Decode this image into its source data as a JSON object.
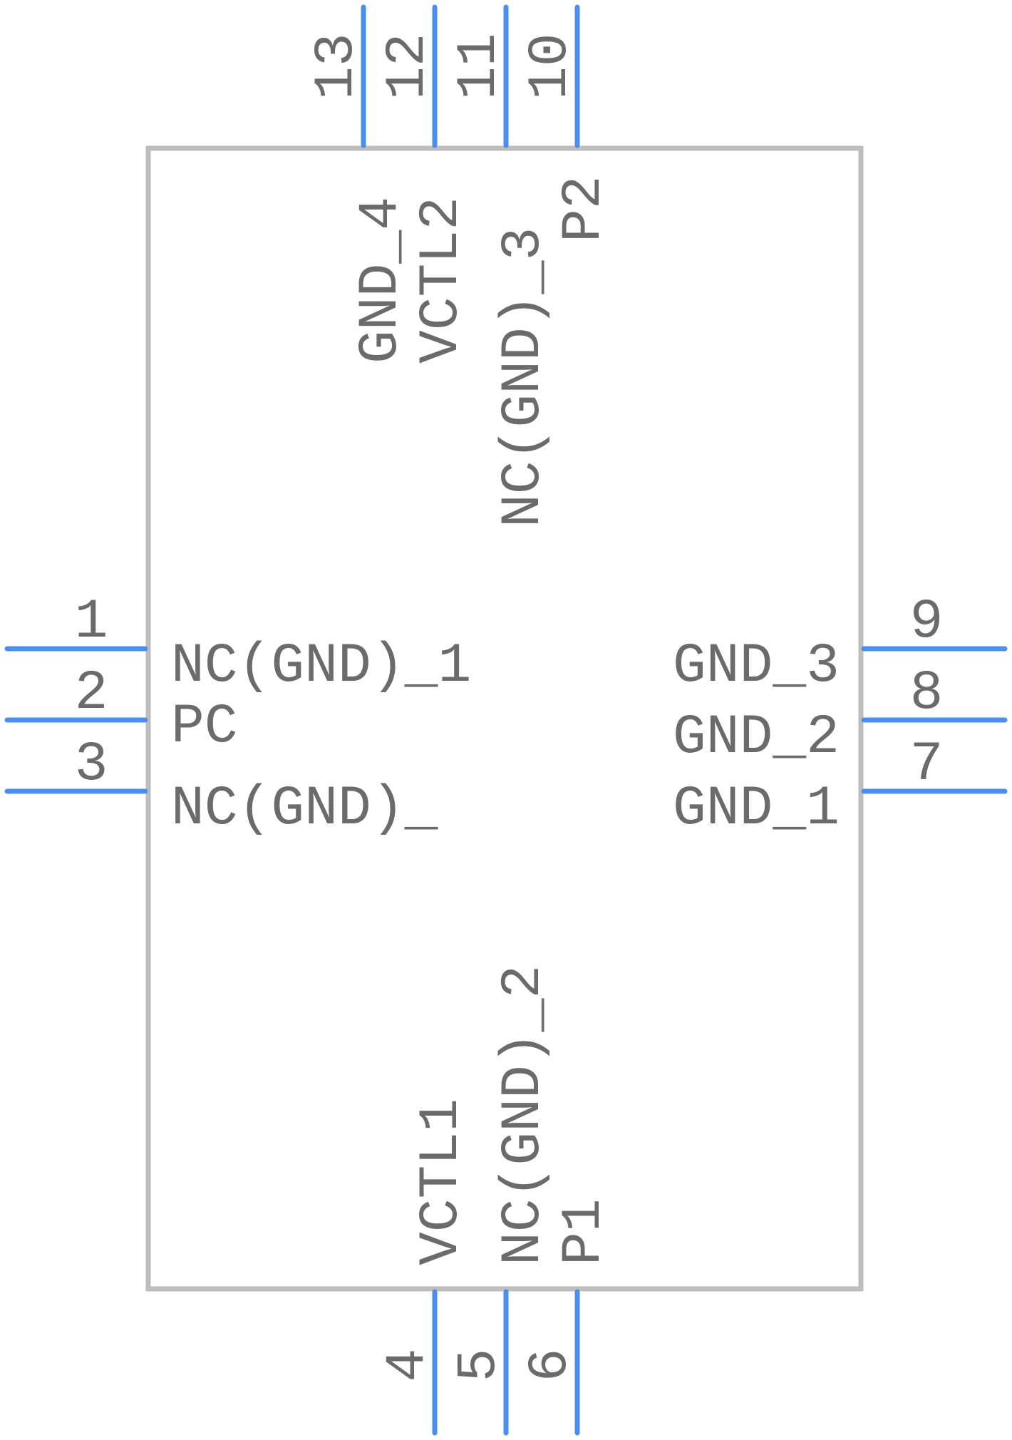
{
  "pins": {
    "p1": {
      "number": "1",
      "label": "NC(GND)_1"
    },
    "p2": {
      "number": "2",
      "label": "PC"
    },
    "p3": {
      "number": "3",
      "label": "NC(GND)_"
    },
    "p4": {
      "number": "4",
      "label": "VCTL1"
    },
    "p5": {
      "number": "5",
      "label": "NC(GND)_2"
    },
    "p6": {
      "number": "6",
      "label": "P1"
    },
    "p7": {
      "number": "7",
      "label": "GND_1"
    },
    "p8": {
      "number": "8",
      "label": "GND_2"
    },
    "p9": {
      "number": "9",
      "label": "GND_3"
    },
    "p10": {
      "number": "10",
      "label": "P2"
    },
    "p11": {
      "number": "11",
      "label": "NC(GND)_3"
    },
    "p12": {
      "number": "12",
      "label": "VCTL2"
    },
    "p13": {
      "number": "13",
      "label": "GND_4"
    }
  },
  "colors": {
    "pin": "#4a8ff0",
    "body_outline": "#bdbdbd",
    "text": "#6b6b6b"
  }
}
